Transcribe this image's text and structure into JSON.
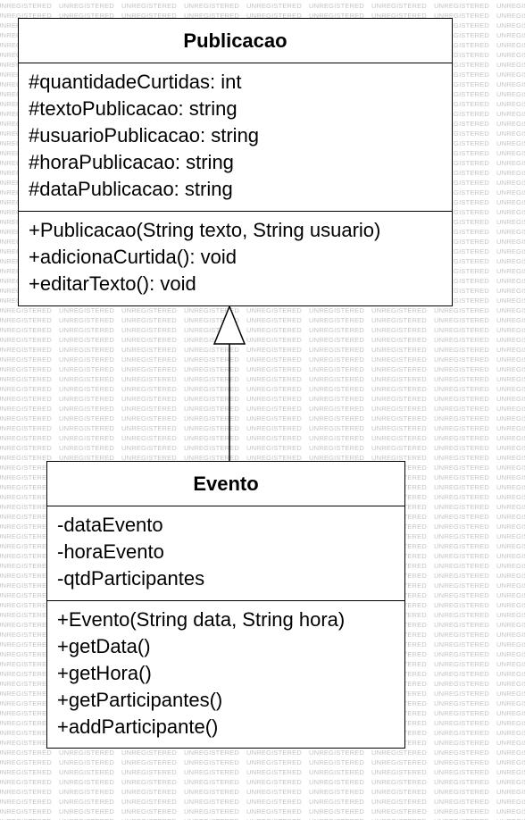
{
  "watermark_text": "UNREGISTERED",
  "colors": {
    "line": "#000000",
    "box_fill": "#ffffff",
    "watermark": "#c4c4c4"
  },
  "classes": {
    "publicacao": {
      "name": "Publicacao",
      "attributes": [
        "#quantidadeCurtidas: int",
        "#textoPublicacao: string",
        "#usuarioPublicacao: string",
        "#horaPublicacao: string",
        "#dataPublicacao: string"
      ],
      "operations": [
        "+Publicacao(String texto, String usuario)",
        "+adicionaCurtida(): void",
        "+editarTexto(): void"
      ]
    },
    "evento": {
      "name": "Evento",
      "attributes": [
        "-dataEvento",
        "-horaEvento",
        "-qtdParticipantes"
      ],
      "operations": [
        "+Evento(String data, String hora)",
        "+getData()",
        "+getHora()",
        "+getParticipantes()",
        "+addParticipante()"
      ]
    }
  },
  "relations": [
    {
      "type": "generalization",
      "from": "Evento",
      "to": "Publicacao"
    }
  ]
}
